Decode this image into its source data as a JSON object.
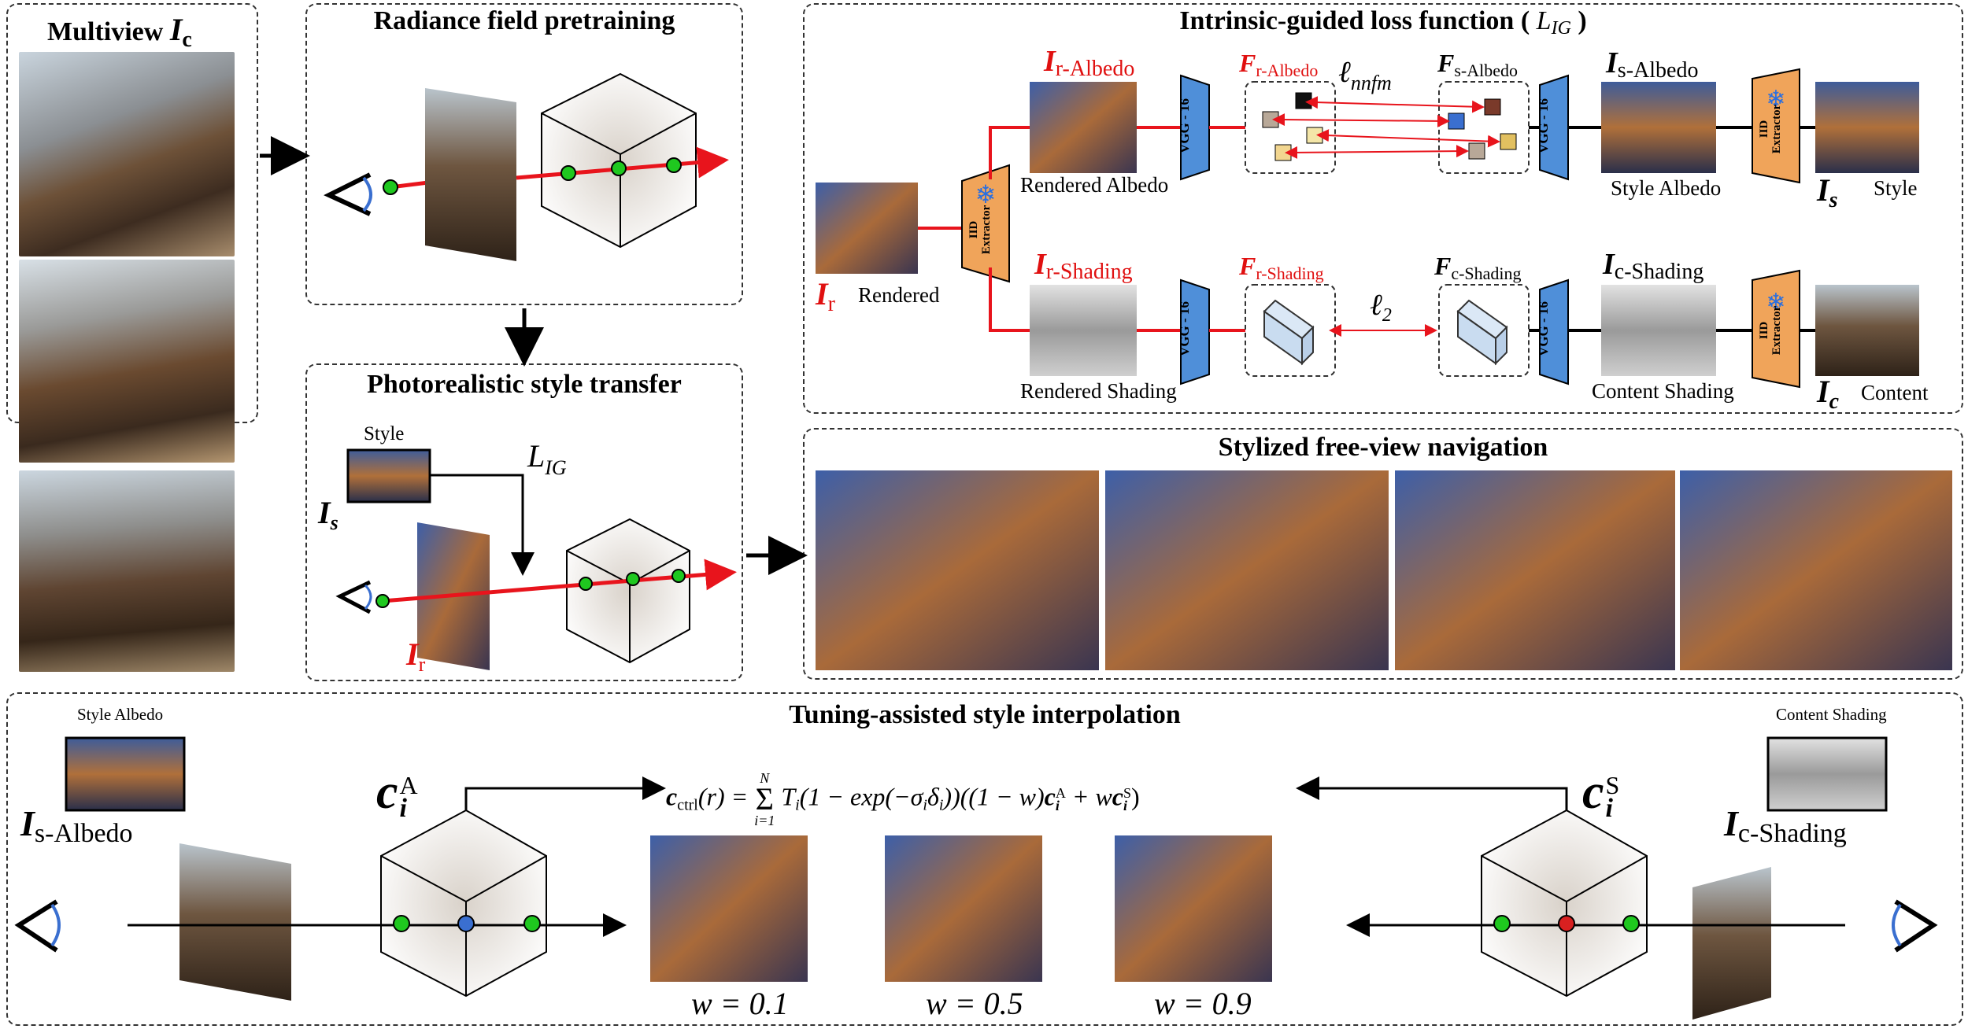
{
  "panels": {
    "multiview": {
      "title": "Multiview",
      "sym": "I",
      "sub": "c"
    },
    "pretraining": {
      "title": "Radiance field pretraining"
    },
    "transfer": {
      "title": "Photorealistic style transfer",
      "style_label": "Style",
      "loss": "L",
      "loss_sub": "IG",
      "style_sym": "I",
      "style_sub": "s",
      "render_sym": "I",
      "render_sub": "r"
    },
    "intrinsic": {
      "title": "Intrinsic-guided loss function (",
      "title_sym": "L",
      "title_sub": "IG",
      "title_close": ")"
    },
    "navigation": {
      "title": "Stylized free-view navigation"
    },
    "interpolation": {
      "title": "Tuning-assisted style interpolation"
    }
  },
  "intrinsic": {
    "ir_albedo_sym": "I",
    "ir_albedo_sub": "r-Albedo",
    "fr_albedo_sym": "F",
    "fr_albedo_sub": "r-Albedo",
    "fs_albedo_sym": "F",
    "fs_albedo_sub": "s-Albedo",
    "is_albedo_sym": "I",
    "is_albedo_sub": "s-Albedo",
    "nnfm_sym": "ℓ",
    "nnfm_sub": "nnfm",
    "rendered_albedo": "Rendered Albedo",
    "style_albedo": "Style Albedo",
    "style": "Style",
    "style_sym": "I",
    "style_sub": "s",
    "ir_sym": "I",
    "ir_sub": "r",
    "rendered": "Rendered",
    "ir_shading_sym": "I",
    "ir_shading_sub": "r-Shading",
    "fr_shading_sym": "F",
    "fr_shading_sub": "r-Shading",
    "fc_shading_sym": "F",
    "fc_shading_sub": "c-Shading",
    "ic_shading_sym": "I",
    "ic_shading_sub": "c-Shading",
    "l2_sym": "ℓ",
    "l2_sub": "2",
    "rendered_shading": "Rendered Shading",
    "content_shading": "Content Shading",
    "content": "Content",
    "content_sym": "I",
    "content_sub": "c",
    "vgg": "VGG - 16",
    "iid_line1": "IID",
    "iid_line2": "Extractor"
  },
  "interpolation": {
    "style_albedo_caption": "Style Albedo",
    "content_shading_caption": "Content Shading",
    "is_albedo_sym": "I",
    "is_albedo_sub": "s-Albedo",
    "ic_shading_sym": "I",
    "ic_shading_sub": "c-Shading",
    "ca_sym": "c",
    "ca_sub": "i",
    "ca_sup": "A",
    "cs_sym": "c",
    "cs_sub": "i",
    "cs_sup": "S",
    "formula": "c_ctrl(r) = Σ_{i=1}^{N} T_i(1 − exp(−σ_i δ_i))((1 − w)c_i^A + w c_i^S)",
    "formula_lhs": "c",
    "formula_lhs_sub": "ctrl",
    "formula_lhs_arg": "(r) =",
    "formula_sum_top": "N",
    "formula_sum_bottom": "i=1",
    "formula_body": "T",
    "formula_body_sub": "i",
    "formula_rest": "(1 − exp(−σ",
    "formula_rest2": "δ",
    "formula_rest3": "))((1 − w)",
    "formula_plus": " + w",
    "formula_close": ")",
    "weights": [
      "w = 0.1",
      "w = 0.5",
      "w = 0.9"
    ]
  },
  "colors": {
    "red_arrow": "#e8141c",
    "vgg_blue": "#4f8fd9",
    "iid_orange": "#f0a45a",
    "green_point": "#1fc81f",
    "blue_point": "#3a6fd0",
    "red_point": "#d82020"
  }
}
